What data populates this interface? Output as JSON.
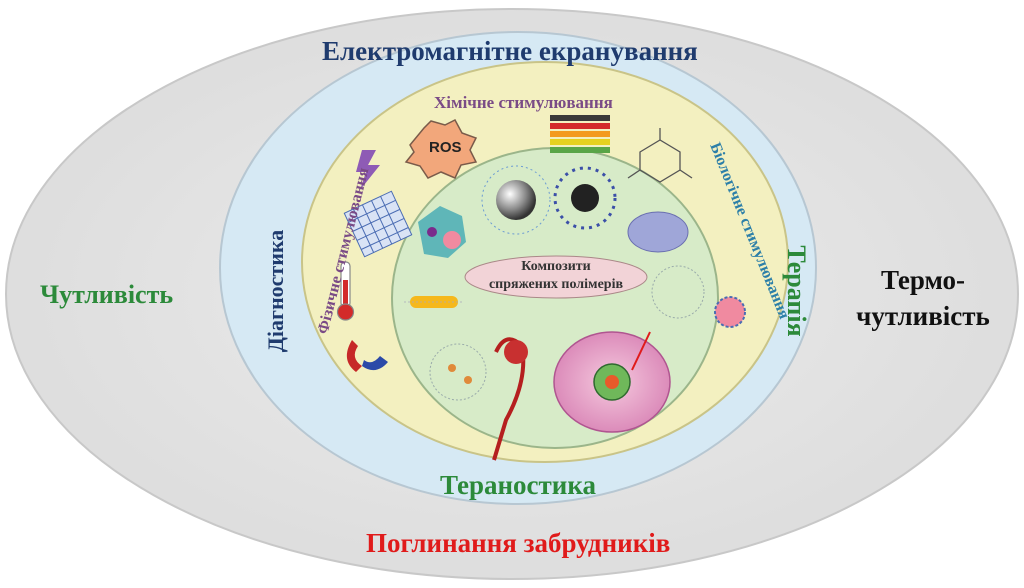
{
  "diagram": {
    "outer_top": "Електромагнітне екранування",
    "outer_bottom": "Поглинання забрудників",
    "outer_left": "Чутливість",
    "outer_right_line1": "Термо-",
    "outer_right_line2": "чутливість",
    "ring_left": "Діагностика",
    "ring_right": "Терапія",
    "ring_bottom": "Тераностика",
    "inner_top": "Хімічне стимулювання",
    "inner_left": "Фізичне стимулювання",
    "inner_right": "Біологічне стимулювання",
    "ros_label": "ROS",
    "core_line1": "Композити",
    "core_line2": "спряжених полімерів"
  },
  "colors": {
    "outer_fill": "#e4e4e4",
    "ring_fill": "#d6e9f4",
    "yellow_ring": "#f3f0c0",
    "core_fill": "#d7ebc8",
    "blue_text": "#1f3b6e",
    "green_text": "#2c8a3a",
    "red_text": "#e01b1b",
    "purple_text": "#7a4b86"
  },
  "icons": [
    "ros-starburst-icon",
    "ph-strips-icon",
    "glucose-structure-icon",
    "lightning-icon",
    "mesh-grid-icon",
    "thermometer-icon",
    "magnet-icon",
    "nanoparticle-icon",
    "cell-icon",
    "blood-vessel-icon"
  ]
}
